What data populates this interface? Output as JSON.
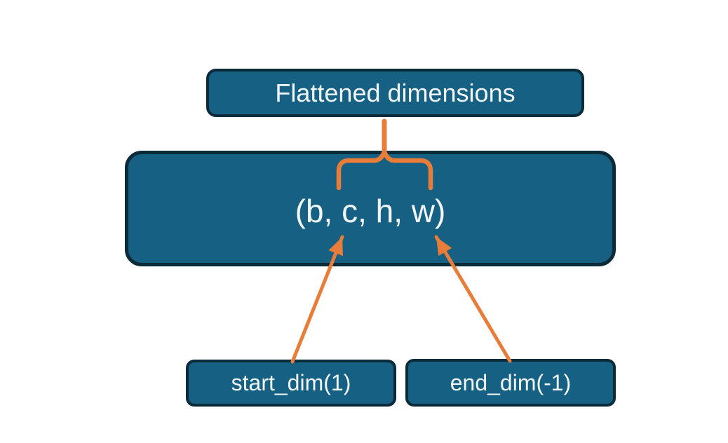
{
  "diagram": {
    "nodes": {
      "flattened": {
        "label": "Flattened dimensions"
      },
      "tensor": {
        "label": "(b, c, h, w)"
      },
      "start_dim": {
        "label": "start_dim(1)"
      },
      "end_dim": {
        "label": "end_dim(-1)"
      }
    },
    "connectors": {
      "brace": "flatten-range-brace",
      "start_arrow": "start-dim-arrow",
      "end_arrow": "end-dim-arrow"
    },
    "colors": {
      "box_fill": "#156083",
      "box_border": "#0b2b3a",
      "accent_orange": "#e77d38",
      "text": "#f2f6f7",
      "background": "#ffffff"
    }
  }
}
